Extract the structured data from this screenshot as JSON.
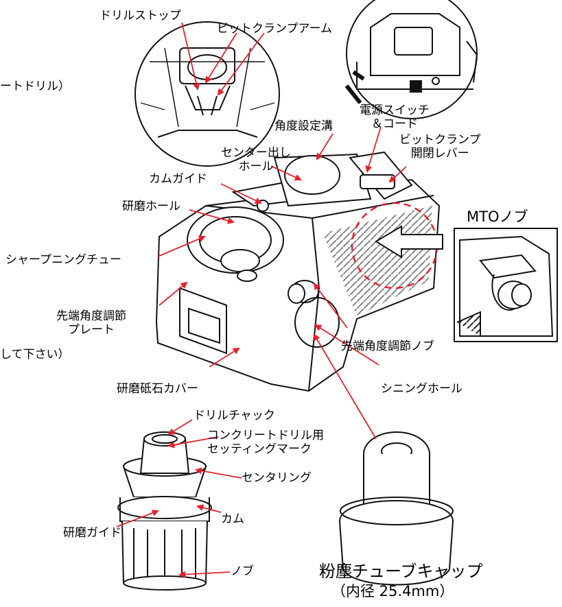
{
  "labels": {
    "drill_stop": "ドリルストップ",
    "bit_clamp_arm": "ビットクランプアーム",
    "cut_left_top": "ートドリル）",
    "power_switch_line1": "電源スイッチ",
    "power_switch_line2": "＆コード",
    "angle_groove": "角度設定溝",
    "bit_clamp_lever_line1": "ビットクランプ",
    "bit_clamp_lever_line2": "開閉レバー",
    "center_hole_line1": "センター出し",
    "center_hole_line2": "ホール",
    "cam_guide": "カムガイド",
    "grinding_hole": "研磨ホール",
    "mto_knob": "MTOノブ",
    "sharpening_chute": "シャープニングチュー",
    "tip_angle_plate_line1": "先端角度調節",
    "tip_angle_plate_line2": "プレート",
    "cut_left_bottom": "して下さい）",
    "tip_angle_knob": "先端角度調節ノブ",
    "stone_cover": "研磨砥石カバー",
    "thinning_hole": "シニングホール",
    "drill_chuck": "ドリルチャック",
    "concrete_mark_line1": "コンクリートドリル用",
    "concrete_mark_line2": "セッティングマーク",
    "centering": "センタリング",
    "cam": "カム",
    "grinding_guide": "研磨ガイド",
    "knob": "ノブ",
    "dust_cap": "粉塵チューブキャップ",
    "dust_cap_size": "（内径 25.4mm）"
  },
  "colors": {
    "arrow": "#e8202a",
    "line": "#111111",
    "dashed_circle": "#e8202a"
  }
}
